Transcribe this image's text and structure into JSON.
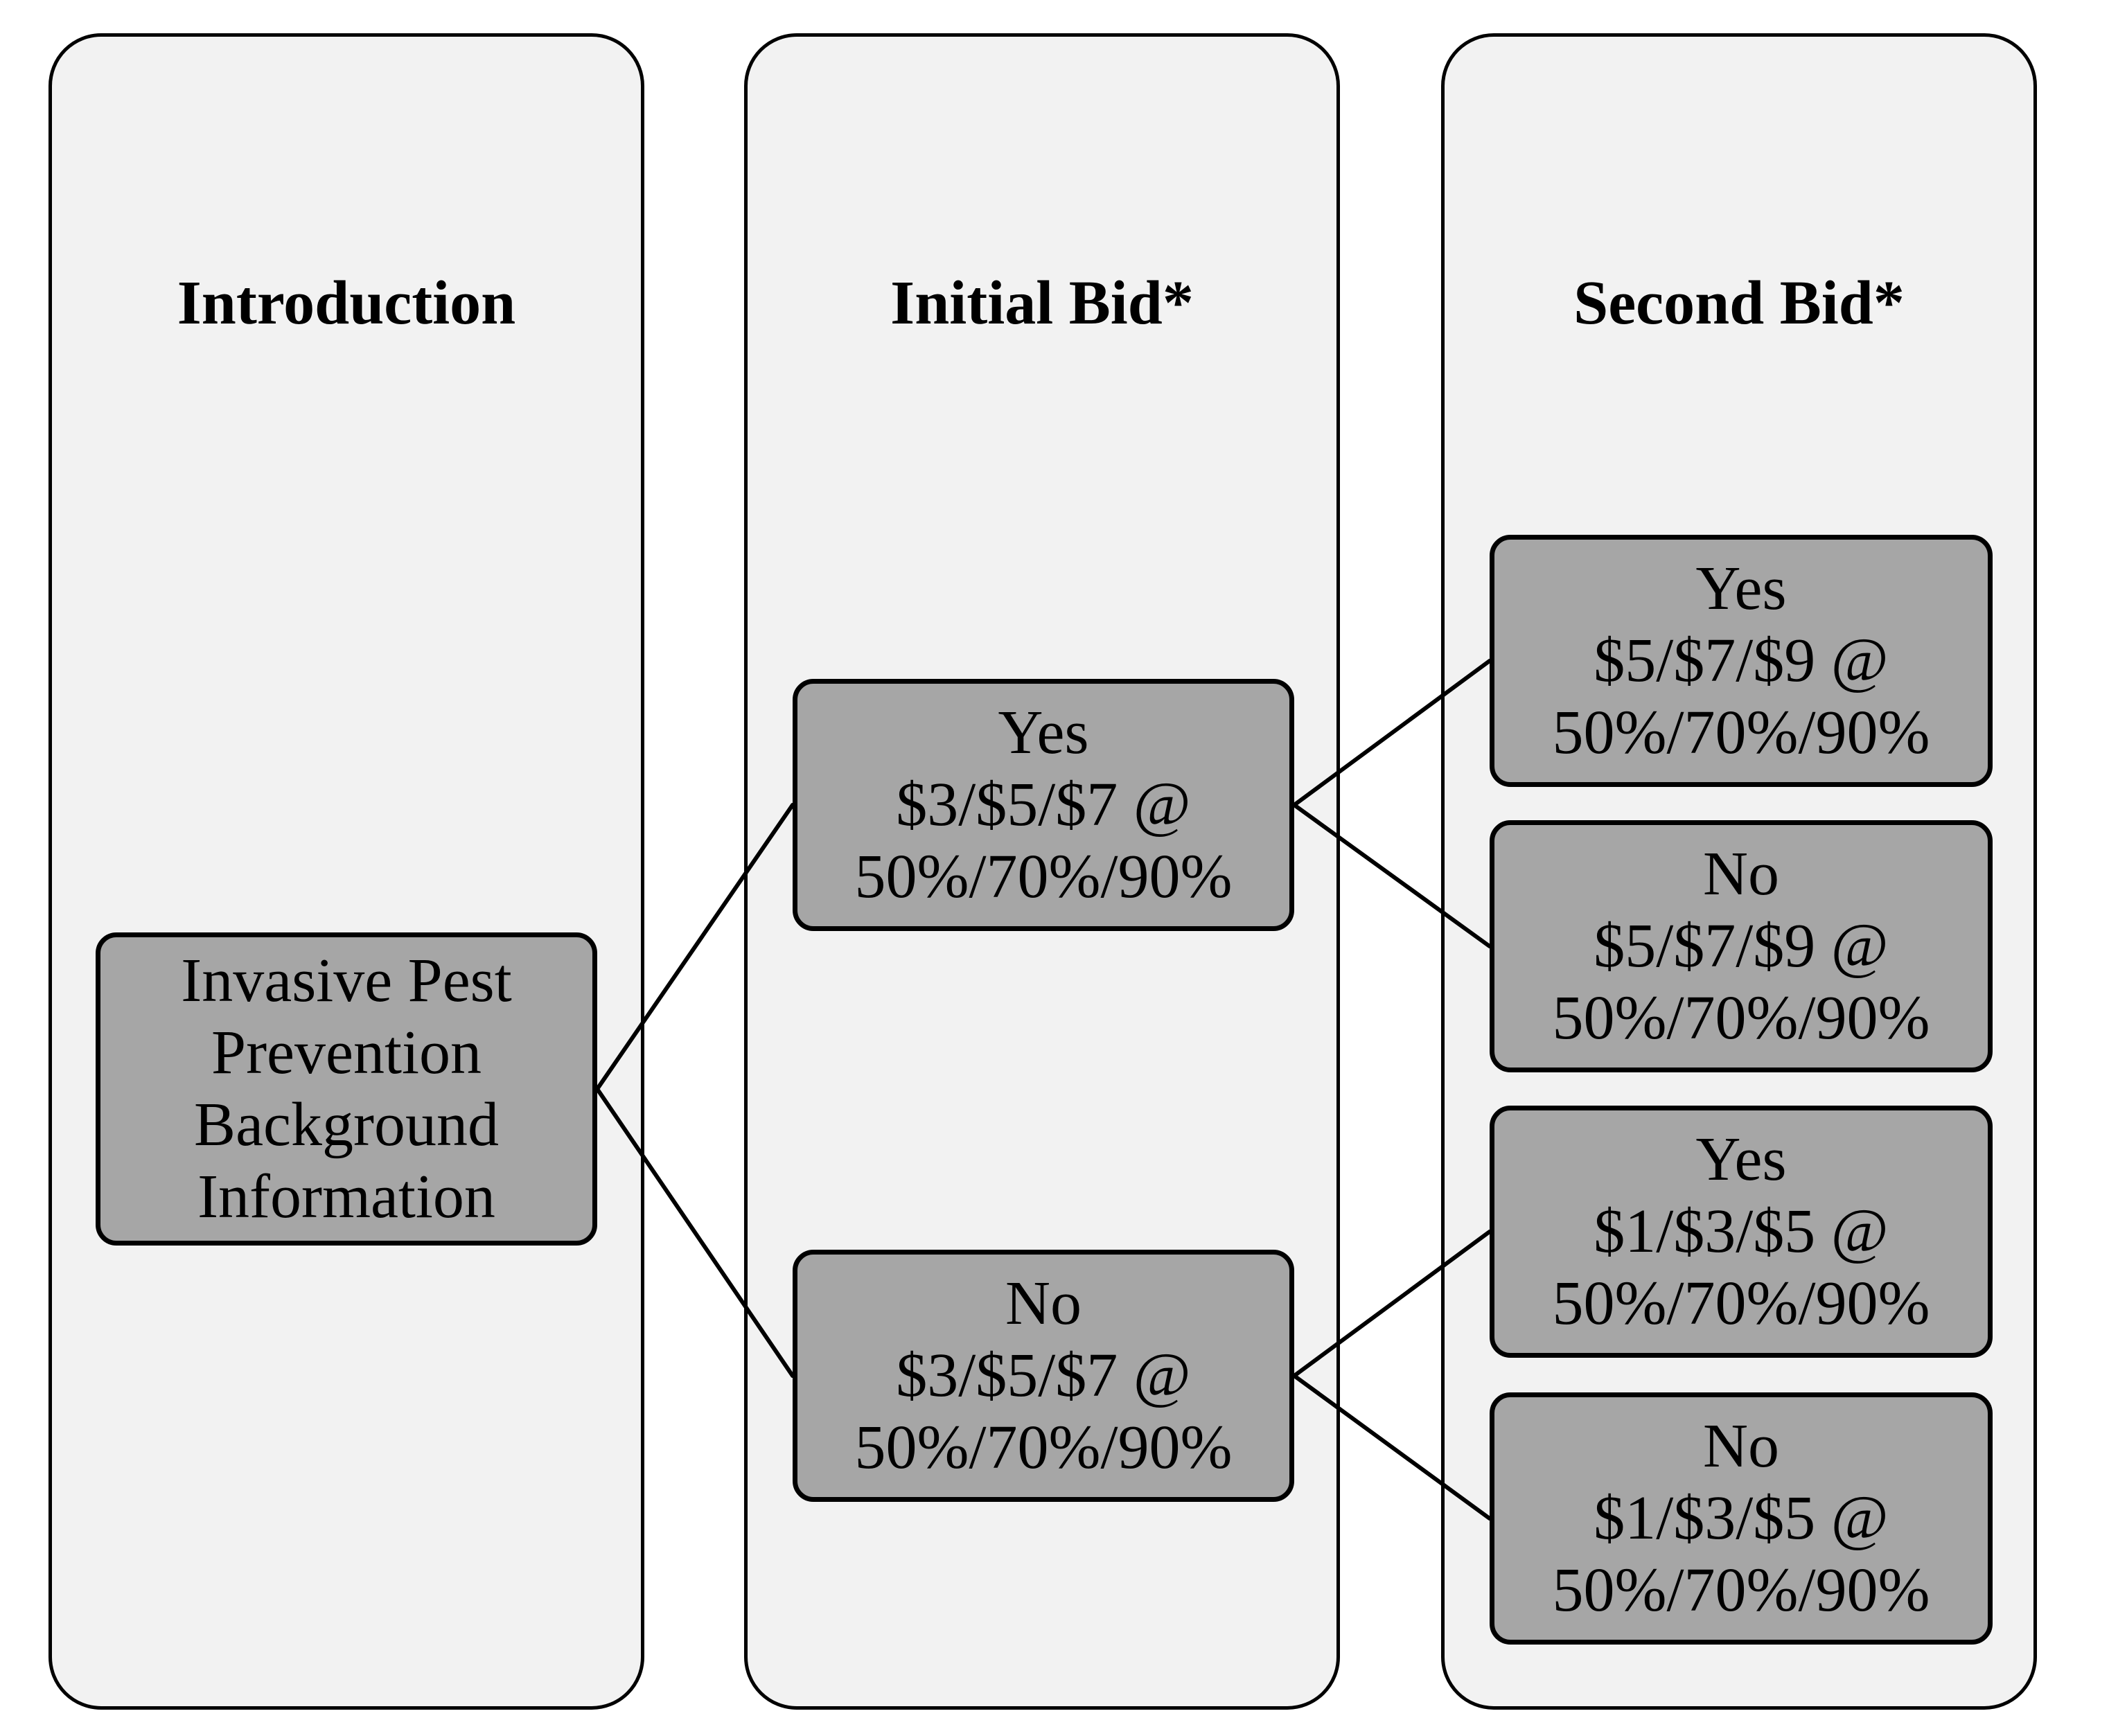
{
  "columns": {
    "introduction": {
      "heading": "Introduction",
      "node": [
        "Invasive Pest",
        "Prevention",
        "Background",
        "Information"
      ]
    },
    "initial_bid": {
      "heading": "Initial Bid*",
      "nodes": [
        {
          "response": "Yes",
          "bids": "$3/$5/$7 @",
          "probabilities": "50%/70%/90%"
        },
        {
          "response": "No",
          "bids": "$3/$5/$7 @",
          "probabilities": "50%/70%/90%"
        }
      ]
    },
    "second_bid": {
      "heading": "Second Bid*",
      "nodes": [
        {
          "response": "Yes",
          "bids": "$5/$7/$9 @",
          "probabilities": "50%/70%/90%"
        },
        {
          "response": "No",
          "bids": "$5/$7/$9 @",
          "probabilities": "50%/70%/90%"
        },
        {
          "response": "Yes",
          "bids": "$1/$3/$5 @",
          "probabilities": "50%/70%/90%"
        },
        {
          "response": "No",
          "bids": "$1/$3/$5 @",
          "probabilities": "50%/70%/90%"
        }
      ]
    }
  },
  "colors": {
    "panel_fill": "#f2f2f2",
    "node_fill": "#a6a6a6",
    "stroke": "#000000"
  }
}
